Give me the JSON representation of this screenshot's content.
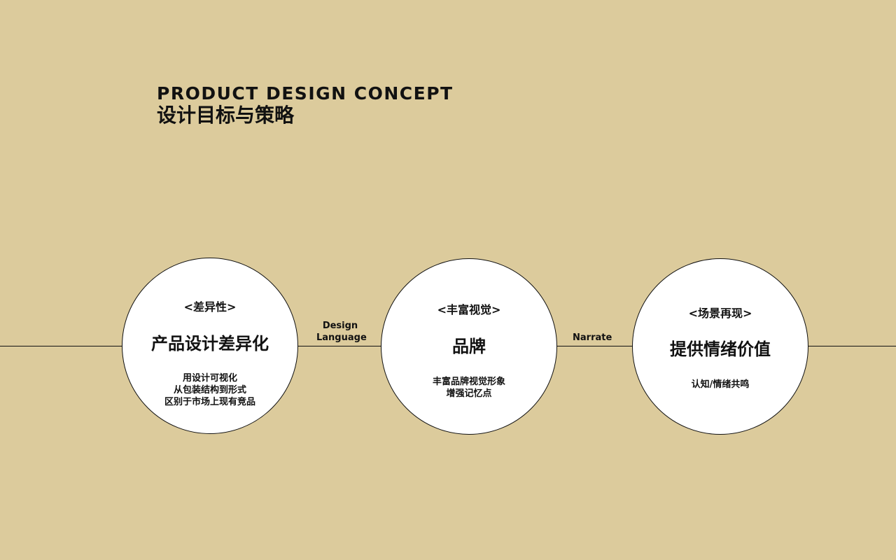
{
  "header": {
    "title_en": "PRODUCT DESIGN CONCEPT",
    "title_cn": "设计目标与策略"
  },
  "circles": [
    {
      "tag": "<差异性>",
      "title": "产品设计差异化",
      "lines": [
        "用设计可视化",
        "从包装结构到形式",
        "区别于市场上现有竞品"
      ]
    },
    {
      "tag": "<丰富视觉>",
      "title": "品牌",
      "lines": [
        "丰富品牌视觉形象",
        "增强记忆点"
      ]
    },
    {
      "tag": "<场景再现>",
      "title": "提供情绪价值",
      "lines": [
        "认知/情绪共鸣"
      ]
    }
  ],
  "connectors": [
    {
      "lines": [
        "Design",
        "Language"
      ]
    },
    {
      "lines": [
        "Narrate"
      ]
    }
  ],
  "colors": {
    "background": "#dccb9c",
    "circle_fill": "#ffffff",
    "line": "#111111"
  }
}
